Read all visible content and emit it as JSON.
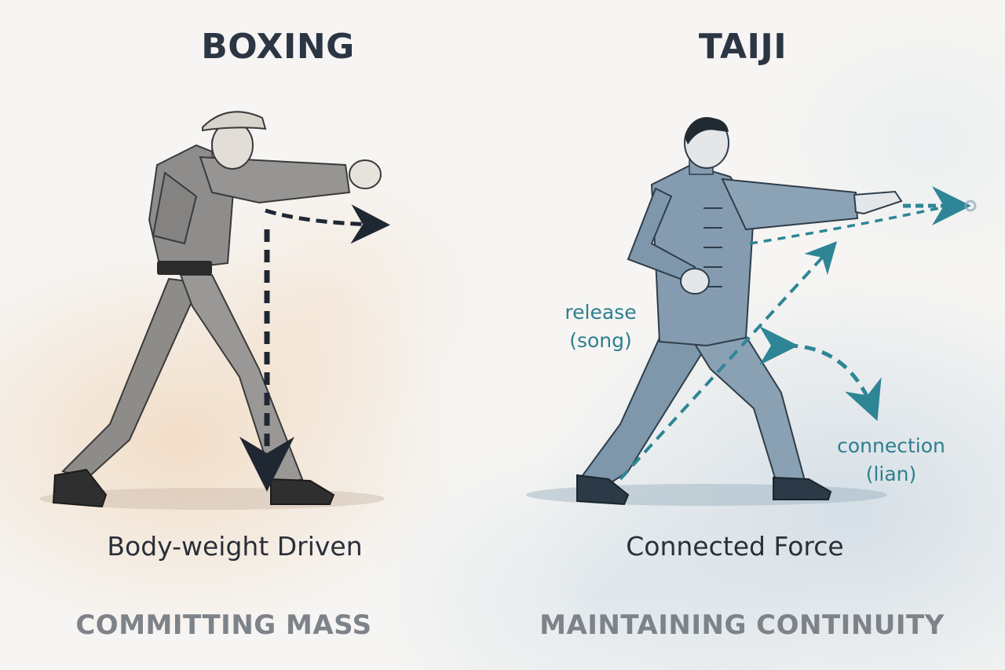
{
  "panels": {
    "left": {
      "title": "BOXING",
      "caption": "Body-weight Driven",
      "subcaption": "COMMITTING MASS"
    },
    "right": {
      "title": "TAIJI",
      "caption": "Connected Force",
      "subcaption": "MAINTAINING CONTINUITY",
      "annotations": {
        "release_line1": "release",
        "release_line2": "(song)",
        "connection_line1": "connection",
        "connection_line2": "(lian)"
      }
    }
  },
  "colors": {
    "title": "#2c3543",
    "boxing_arrow": "#1f2733",
    "taiji_arrow": "#2e8596",
    "subcaption": "#7e838a",
    "warm_tint": "#eecaa4",
    "cool_tint": "#bed0de"
  },
  "figures": {
    "left": "boxer-figure",
    "right": "taiji-figure"
  }
}
